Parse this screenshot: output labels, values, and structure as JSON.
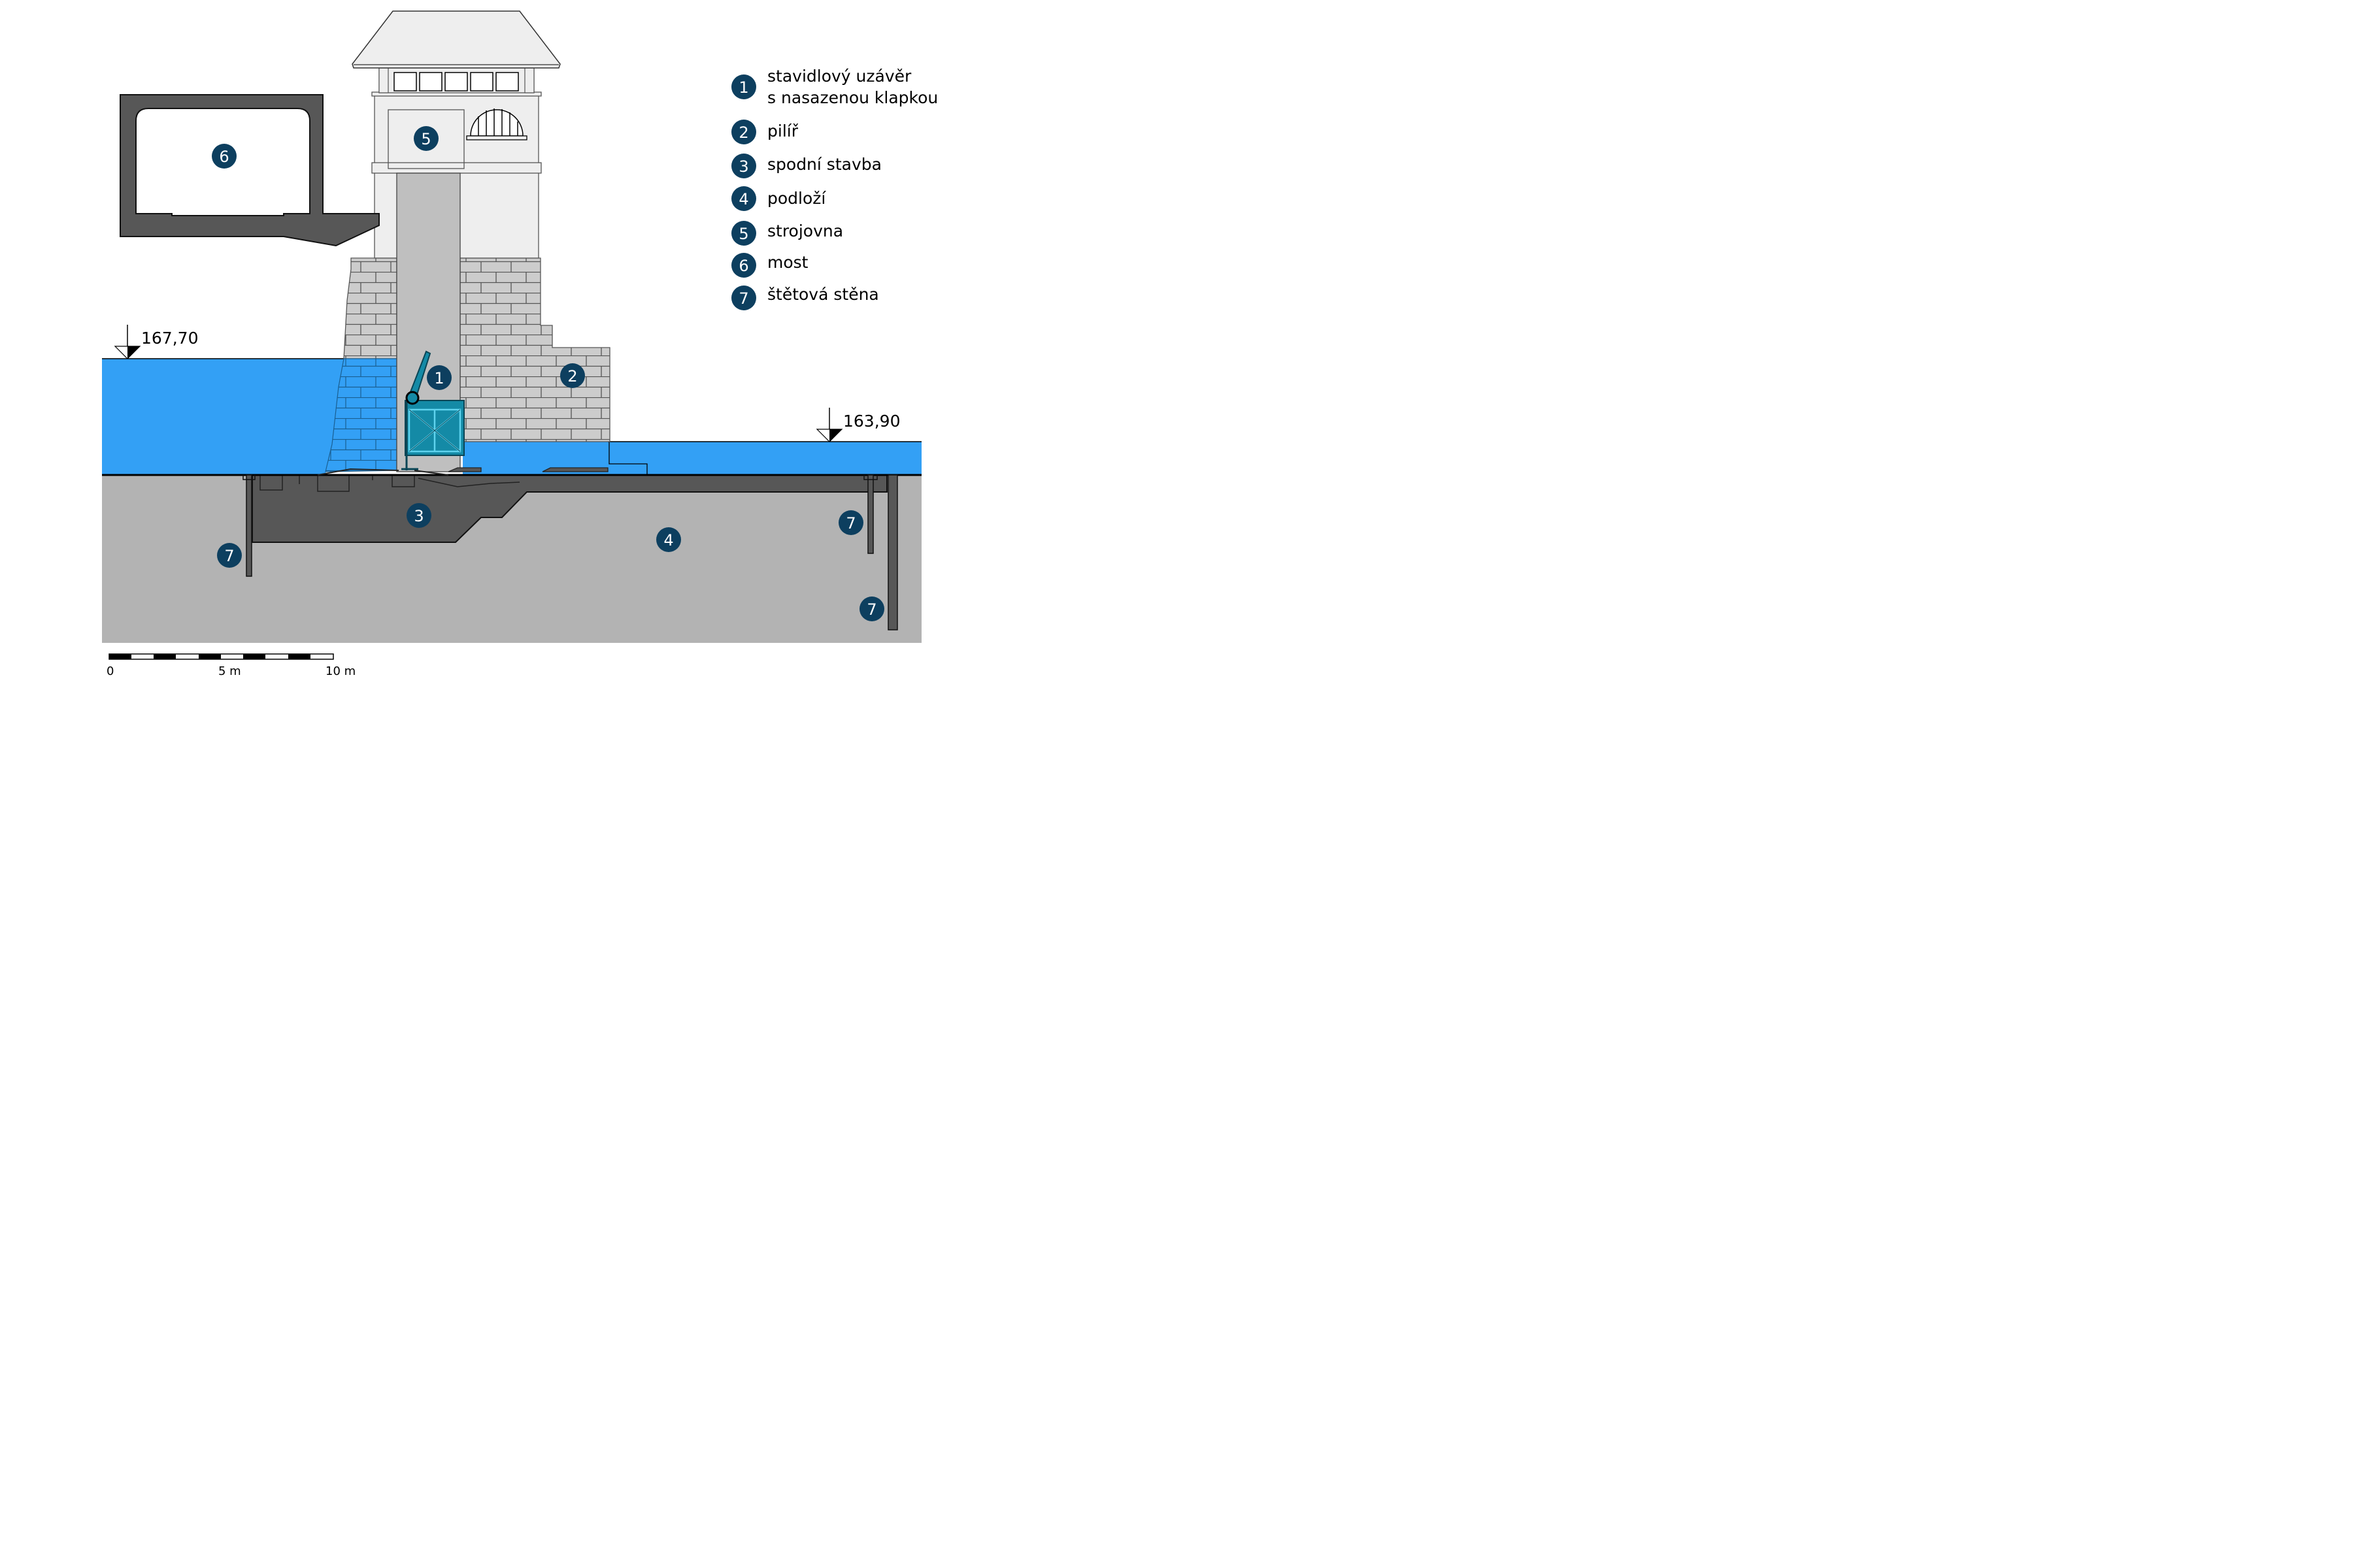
{
  "colors": {
    "water": "#33a0f5",
    "ground": "#b3b3b3",
    "foundation": "#575757",
    "bridge": "#575757",
    "masonry": "#cccccc",
    "tower": "#eeeeee",
    "shaft": "#bfbfbf",
    "gate": "#148aa6",
    "marker": "#0d3f5f",
    "outline": "#000000"
  },
  "water_levels": {
    "upstream": "167,70",
    "downstream": "163,90"
  },
  "markers": [
    {
      "id": "1",
      "target": "stavidlový uzávěr"
    },
    {
      "id": "2",
      "target": "pilíř"
    },
    {
      "id": "3",
      "target": "spodní stavba"
    },
    {
      "id": "4",
      "target": "podloží"
    },
    {
      "id": "5",
      "target": "strojovna"
    },
    {
      "id": "6",
      "target": "most"
    },
    {
      "id": "7",
      "target": "štětová stěna"
    }
  ],
  "legend": [
    {
      "num": "1",
      "line1": "stavidlový uzávěr",
      "line2": "s nasazenou klapkou"
    },
    {
      "num": "2",
      "line1": "pilíř"
    },
    {
      "num": "3",
      "line1": "spodní stavba"
    },
    {
      "num": "4",
      "line1": "podloží"
    },
    {
      "num": "5",
      "line1": "strojovna"
    },
    {
      "num": "6",
      "line1": "most"
    },
    {
      "num": "7",
      "line1": "štětová stěna"
    }
  ],
  "scale_bar": {
    "labels": [
      "0",
      "5 m",
      "10 m"
    ]
  }
}
